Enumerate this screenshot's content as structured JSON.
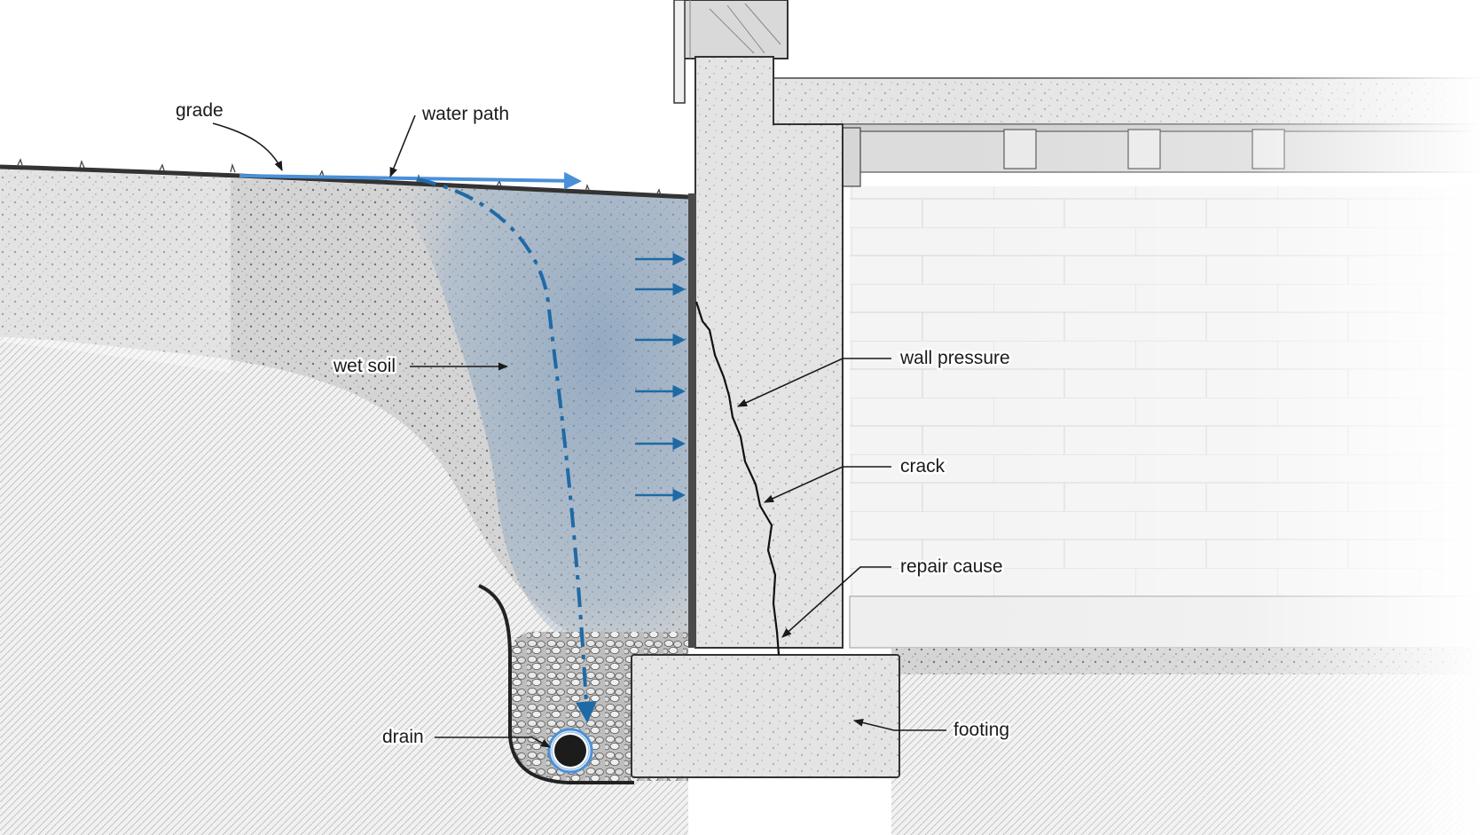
{
  "labels": {
    "grade": "grade",
    "water_path": "water path",
    "wet_soil": "wet soil",
    "wall_pressure": "wall pressure",
    "crack": "crack",
    "repair_cause": "repair cause",
    "drain": "drain",
    "footing": "footing"
  },
  "colors": {
    "water": "#1f6aa5",
    "water_light": "#4a90d9",
    "soil": "#8a8a8a",
    "concrete": "#e6e6e6",
    "wet_soil_tint": "#8fa8c2",
    "ink": "#1a1a1a"
  }
}
